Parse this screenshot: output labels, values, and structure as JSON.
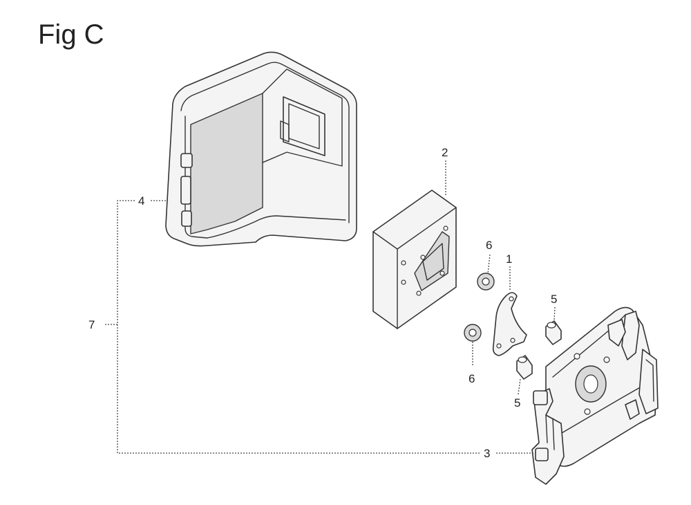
{
  "figure": {
    "title": "Fig C"
  },
  "callouts": {
    "c1": "1",
    "c2": "2",
    "c3": "3",
    "c4": "4",
    "c5a": "5",
    "c5b": "5",
    "c6a": "6",
    "c6b": "6",
    "c7": "7"
  }
}
